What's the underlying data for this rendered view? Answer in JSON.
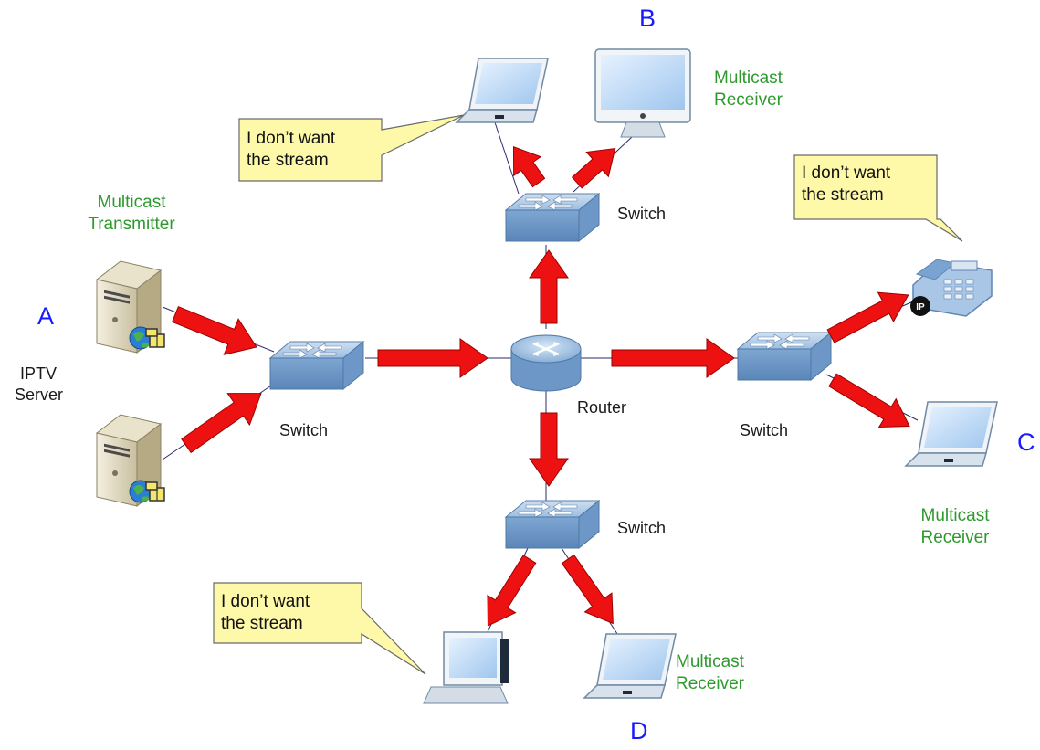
{
  "letters": {
    "a": "A",
    "b": "B",
    "c": "C",
    "d": "D"
  },
  "iptv_server": {
    "line1": "IPTV",
    "line2": "Server"
  },
  "transmitter": {
    "line1": "Multicast",
    "line2": "Transmitter"
  },
  "receiver_b": {
    "line1": "Multicast",
    "line2": "Receiver"
  },
  "receiver_c": {
    "line1": "Multicast",
    "line2": "Receiver"
  },
  "receiver_d": {
    "line1": "Multicast",
    "line2": "Receiver"
  },
  "switches": {
    "left": "Switch",
    "top": "Switch",
    "right": "Switch",
    "bottom": "Switch"
  },
  "router": "Router",
  "callouts": {
    "top": {
      "line1": "I don’t want",
      "line2": "the stream"
    },
    "right": {
      "line1": "I don’t want",
      "line2": "the stream"
    },
    "bottom": {
      "line1": "I don’t want",
      "line2": "the stream"
    }
  },
  "phone_badge": "IP",
  "colors": {
    "arrow": "#ee1111",
    "letter": "#1a1aff",
    "receiver_label": "#2e9a2e",
    "callout_fill": "#fdf9a8",
    "device_blue": "#8fb4dc"
  }
}
